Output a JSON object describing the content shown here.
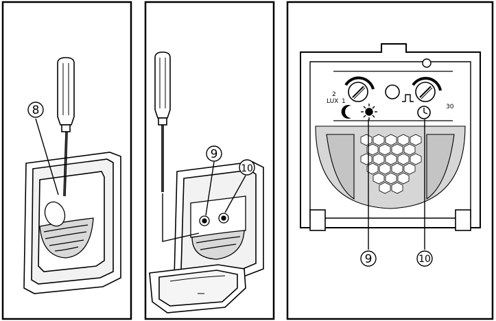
{
  "panels": [
    {
      "name": "screwdriver-removal",
      "callouts": [
        {
          "label": "8"
        }
      ]
    },
    {
      "name": "cover-open",
      "callouts": [
        {
          "label": "9"
        },
        {
          "label": "10"
        }
      ]
    },
    {
      "name": "sensor-detail",
      "callouts": [
        {
          "label": "9"
        },
        {
          "label": "10"
        }
      ],
      "lux_dial": {
        "top_value": "2",
        "unit": "LUX",
        "side_value": "1"
      },
      "time_dial": {
        "side_value": "30"
      },
      "icons": [
        "moon-icon",
        "sun-icon",
        "pulse-icon",
        "clock-icon"
      ]
    }
  ]
}
